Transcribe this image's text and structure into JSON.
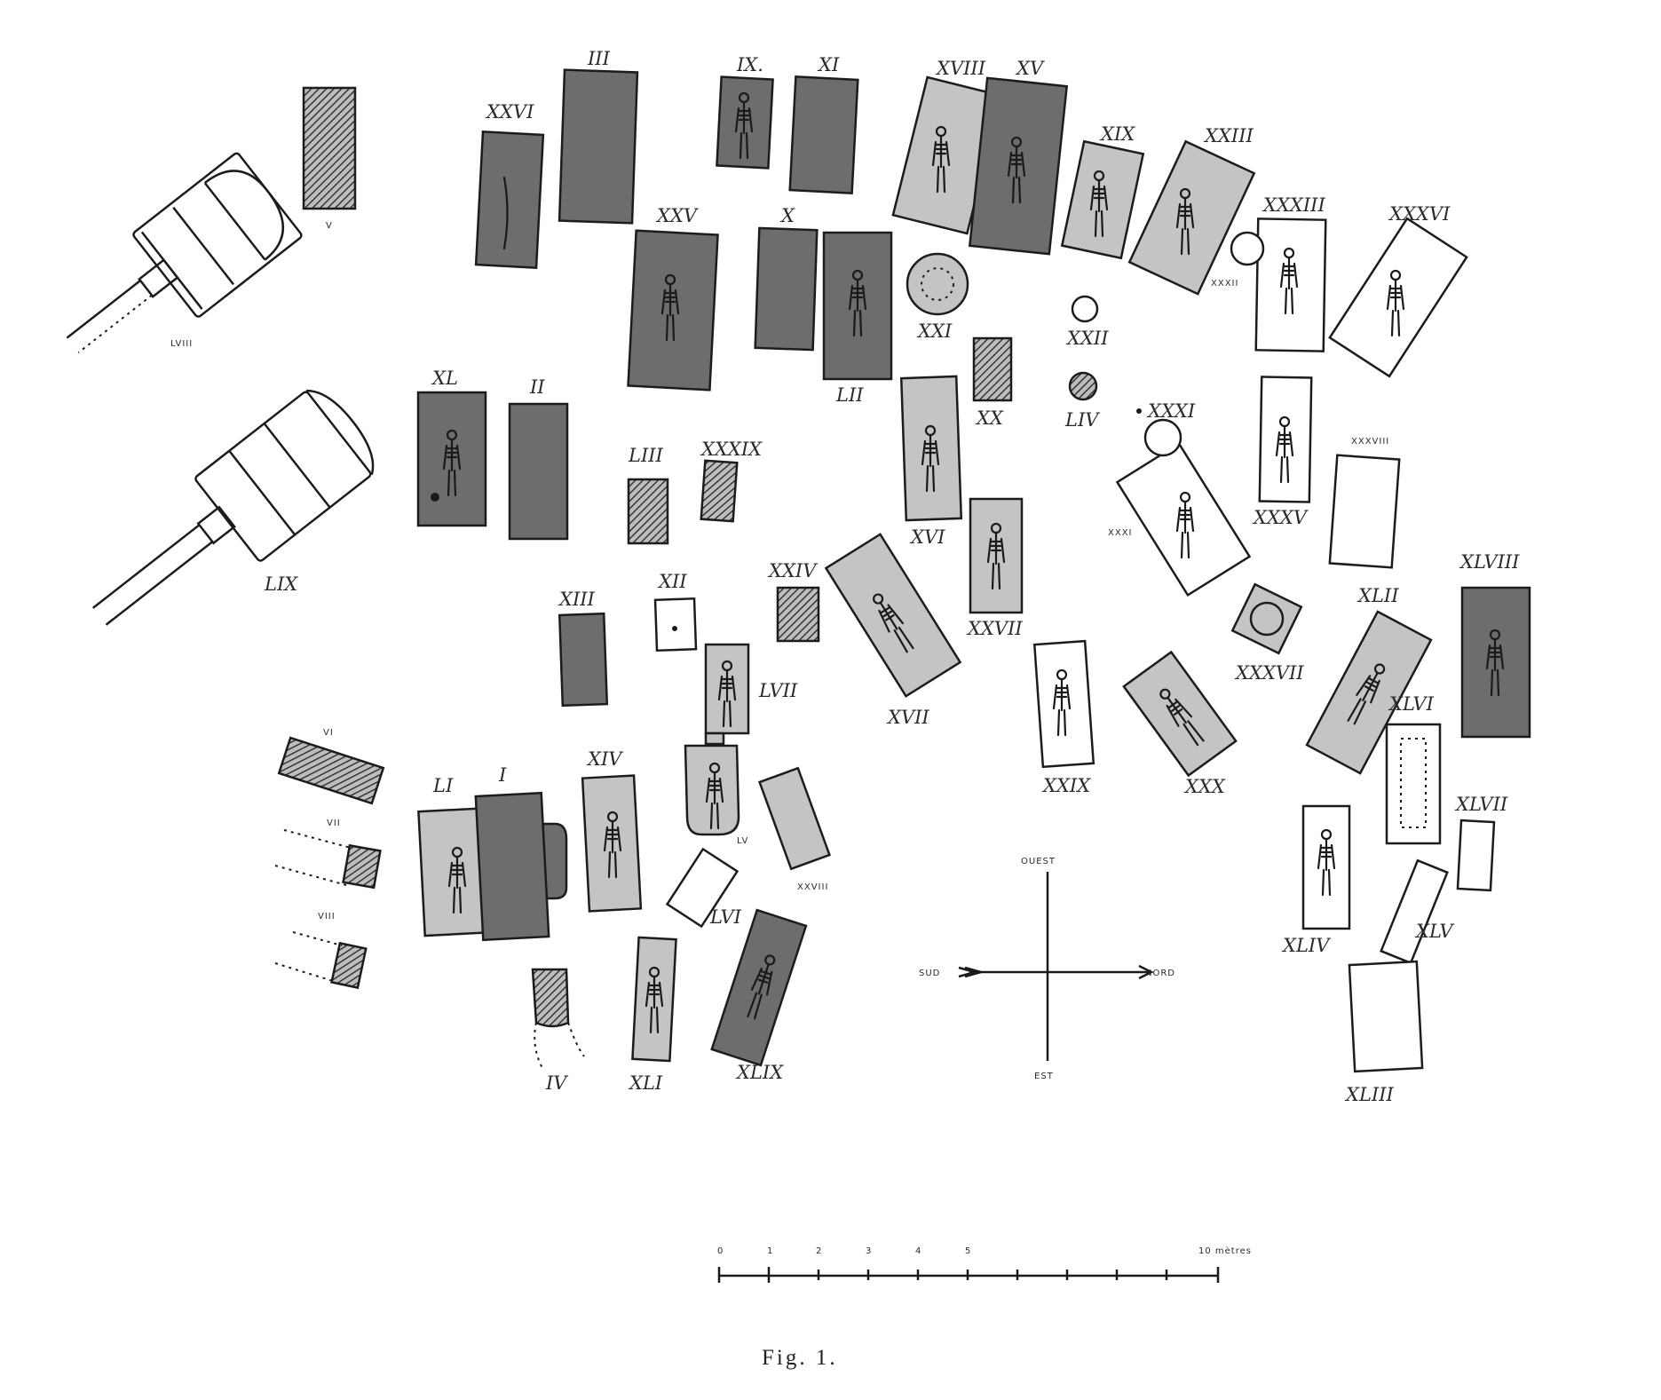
{
  "figure": {
    "caption": "Fig. 1."
  },
  "tomb_labels": {
    "I": "I",
    "II": "II",
    "III": "III",
    "IV": "IV",
    "V": "V",
    "VI": "VI",
    "VII": "VII",
    "VIII": "VIII",
    "IX": "IX.",
    "X": "X",
    "XI": "XI",
    "XII": "XII",
    "XIII": "XIII",
    "XIV": "XIV",
    "XV": "XV",
    "XVI": "XVI",
    "XVII": "XVII",
    "XVIII": "XVIII",
    "XIX": "XIX",
    "XX": "XX",
    "XXI": "XXI",
    "XXII": "XXII",
    "XXIII": "XXIII",
    "XXIV": "XXIV",
    "XXV": "XXV",
    "XXVI": "XXVI",
    "XXVII": "XXVII",
    "XXVIII": "XXVIII",
    "XXIX": "XXIX",
    "XXX": "XXX",
    "XXXI": "XXXI",
    "XXXI_b": "XXXI",
    "XXXII": "XXXII",
    "XXXIII": "XXXIII",
    "XXXV": "XXXV",
    "XXXVI": "XXXVI",
    "XXXVII": "XXXVII",
    "XXXVIII": "XXXVIII",
    "XXXIX": "XXXIX",
    "XL": "XL",
    "XLI": "XLI",
    "XLII": "XLII",
    "XLIII": "XLIII",
    "XLIV": "XLIV",
    "XLV": "XLV",
    "XLVI": "XLVI",
    "XLVII": "XLVII",
    "XLVIII": "XLVIII",
    "XLIX": "XLIX",
    "LI": "LI",
    "LII": "LII",
    "LIII": "LIII",
    "LIV": "LIV",
    "LV": "LV",
    "LVI": "LVI",
    "LVII": "LVII",
    "LVIII": "LVIII",
    "LIX": "LIX"
  },
  "compass": {
    "west": "OUEST",
    "east": "EST",
    "south": "SUD",
    "north": "NORD"
  },
  "scale_bar": {
    "ticks": [
      "0",
      "1",
      "2",
      "3",
      "4",
      "5",
      "10 mètres"
    ]
  }
}
